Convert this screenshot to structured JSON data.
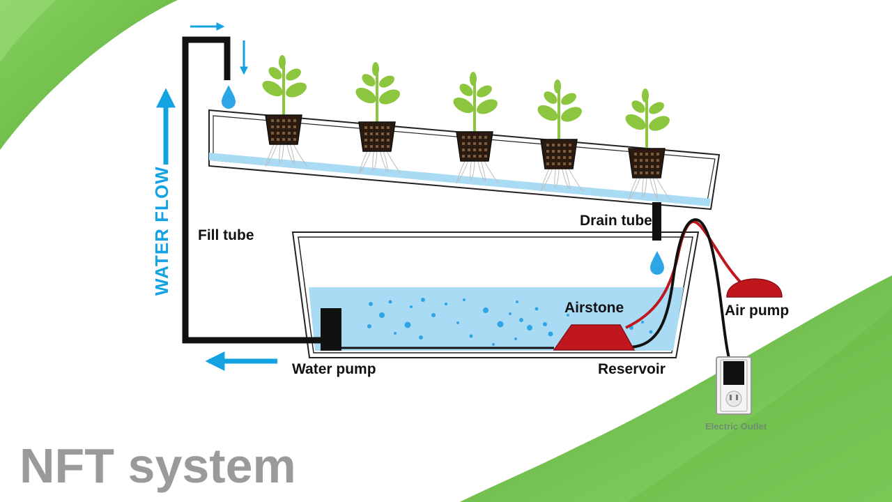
{
  "title": "NFT system",
  "labels": {
    "water_flow": "WATER FLOW",
    "fill_tube": "Fill tube",
    "drain_tube": "Drain tube",
    "airstone": "Airstone",
    "air_pump": "Air pump",
    "water_pump": "Water pump",
    "reservoir": "Reservoir",
    "electric_outlet": "Electric Outlet"
  },
  "colors": {
    "water": "#a9dcf4",
    "flow_arrow": "#13a3e3",
    "pump_red": "#c0171f",
    "leaf_green": "#8cc63f",
    "background_green": "#7ccf58",
    "title_gray": "#9a9a9a"
  },
  "plant_count": 5
}
